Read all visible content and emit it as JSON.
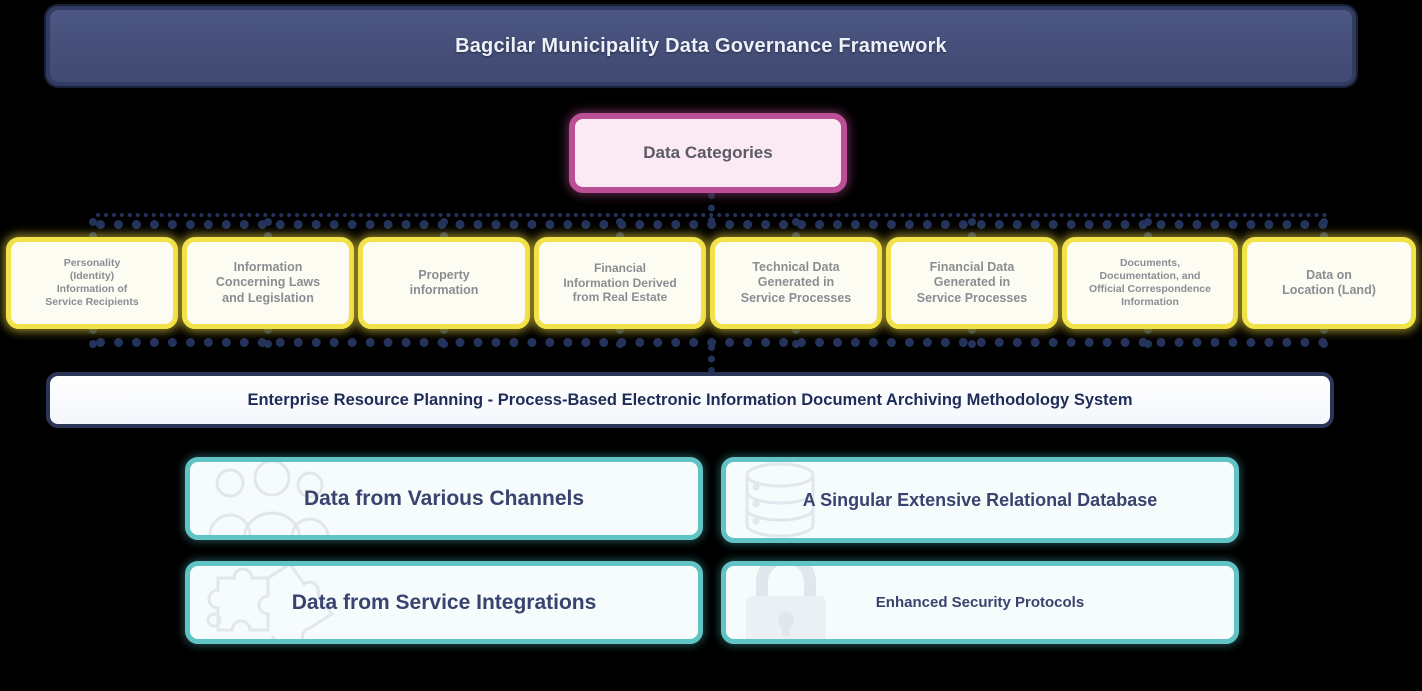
{
  "header": {
    "title": "Bagcilar Municipality Data Governance Framework"
  },
  "root_node": {
    "label": "Data Categories"
  },
  "categories": [
    {
      "label": "Personality (Identity) Information of Service Recipients",
      "lines": [
        "Personality",
        "(Identity)",
        "Information of",
        "Service Recipients"
      ]
    },
    {
      "label": "Information Concerning Laws and Legislation",
      "lines": [
        "Information",
        "Concerning Laws",
        "and Legislation"
      ]
    },
    {
      "label": "Property information",
      "lines": [
        "Property",
        "information"
      ]
    },
    {
      "label": "Financial Information Derived from Real Estate",
      "lines": [
        "Financial",
        "Information Derived",
        "from Real Estate"
      ]
    },
    {
      "label": "Technical Data Generated in Service Processes",
      "lines": [
        "Technical Data",
        "Generated in",
        "Service Processes"
      ]
    },
    {
      "label": "Financial Data Generated in Service Processes",
      "lines": [
        "Financial Data",
        "Generated in",
        "Service Processes"
      ]
    },
    {
      "label": "Documents, Documentation, and Official Correspondence Information",
      "lines": [
        "Documents,",
        "Documentation, and",
        "Official Correspondence",
        "Information"
      ]
    },
    {
      "label": "Data on Location (Land)",
      "lines": [
        "Data on",
        "Location (Land)"
      ]
    }
  ],
  "system_bar": {
    "label": "Enterprise Resource Planning - Process-Based Electronic Information Document Archiving Methodology System"
  },
  "features": [
    {
      "label": "Data from Various Channels",
      "icon": "people-group-icon"
    },
    {
      "label": "A Singular Extensive Relational Database",
      "icon": "database-icon"
    },
    {
      "label": "Data from Service Integrations",
      "icon": "puzzle-piece-icon"
    },
    {
      "label": "Enhanced Security Protocols",
      "icon": "lock-icon"
    }
  ],
  "colors": {
    "background": "#000000",
    "header_fill": "#47527e",
    "header_border": "#323c62",
    "root_border": "#bb4f96",
    "root_fill": "#fbeaf4",
    "category_border": "#f2e24a",
    "category_fill": "#fdfcf3",
    "category_text": "#8c8c93",
    "connector": "#24335c",
    "system_border": "#2b3558",
    "system_text": "#1f2c57",
    "feature_border": "#62c3c4",
    "feature_fill": "#f6fbfb",
    "feature_text": "#39436f"
  }
}
